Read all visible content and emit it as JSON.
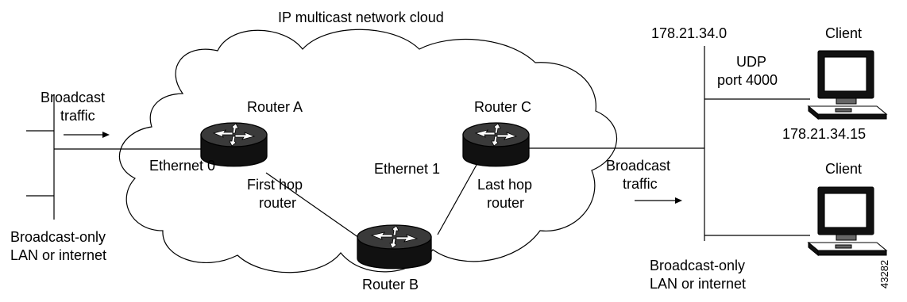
{
  "title": "IP multicast network cloud",
  "left_network": {
    "traffic_label_line1": "Broadcast",
    "traffic_label_line2": "traffic",
    "lan_label_line1": "Broadcast-only",
    "lan_label_line2": "LAN or internet"
  },
  "routers": {
    "a": {
      "name": "Router A",
      "interface": "Ethernet 0",
      "role_line1": "First hop",
      "role_line2": "router"
    },
    "b": {
      "name": "Router B"
    },
    "c": {
      "name": "Router C",
      "interface": "Ethernet 1",
      "role_line1": "Last hop",
      "role_line2": "router"
    }
  },
  "right_network": {
    "subnet": "178.21.34.0",
    "port_line1": "UDP",
    "port_line2": "port 4000",
    "traffic_label_line1": "Broadcast",
    "traffic_label_line2": "traffic",
    "lan_label_line1": "Broadcast-only",
    "lan_label_line2": "LAN or internet"
  },
  "clients": [
    {
      "label": "Client",
      "ip": "178.21.34.15"
    },
    {
      "label": "Client"
    }
  ],
  "figure_id": "43282",
  "icons": {
    "router": "router-icon",
    "client": "computer-icon",
    "arrow": "right-arrow-icon"
  }
}
